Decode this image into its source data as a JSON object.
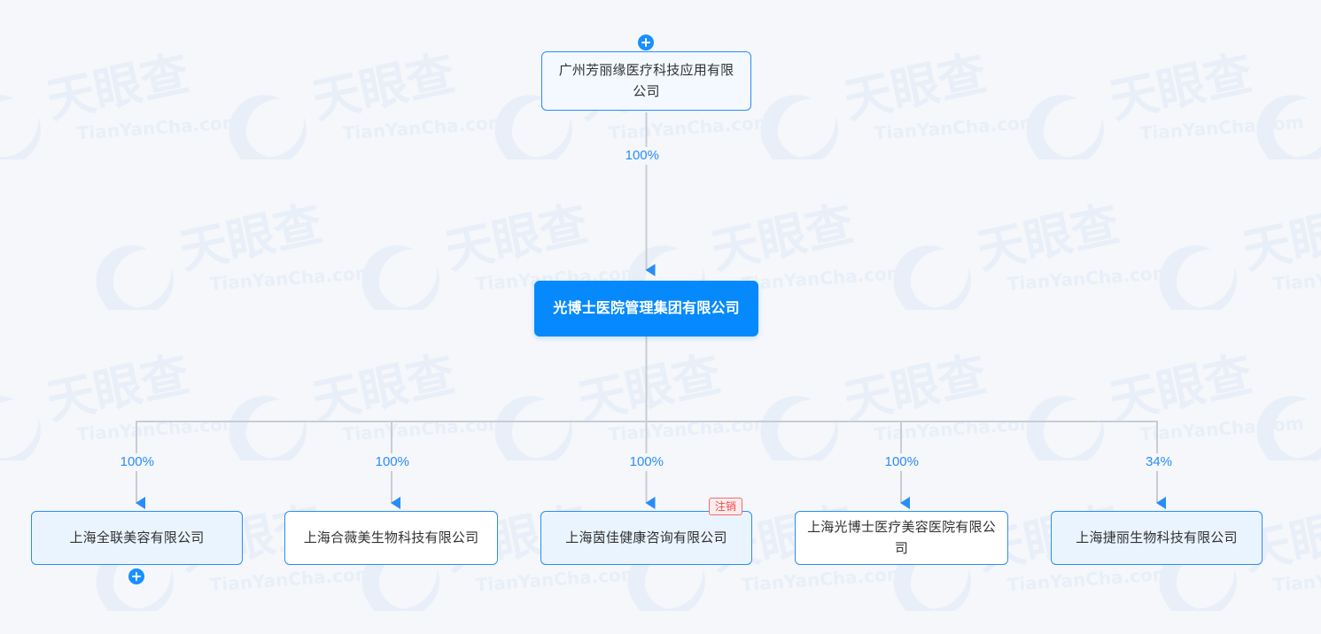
{
  "diagram": {
    "type": "ownership-structure-tree",
    "background_color": "#f5f7fa",
    "accent_color": "#2a8cf8",
    "center_node_color": "#0689fc",
    "edge_color": "#c8ccd4",
    "badge_color": "#f04b4b"
  },
  "watermark": {
    "text_cn": "天眼查",
    "text_en": "TianYanCha.com"
  },
  "parent": {
    "name": "广州芳丽缘医疗科技应用有限公司",
    "expand_label": "+"
  },
  "center": {
    "name": "光博士医院管理集团有限公司"
  },
  "edges": {
    "parent_to_center": "100%"
  },
  "subsidiaries": [
    {
      "name": "上海全联美容有限公司",
      "percent": "100%",
      "style": "tinted",
      "expandable": true,
      "expand_label": "+",
      "status": null
    },
    {
      "name": "上海合薇美生物科技有限公司",
      "percent": "100%",
      "style": "plain",
      "expandable": false,
      "expand_label": "",
      "status": null
    },
    {
      "name": "上海茵佳健康咨询有限公司",
      "percent": "100%",
      "style": "tinted",
      "expandable": false,
      "expand_label": "",
      "status": "注销"
    },
    {
      "name": "上海光博士医疗美容医院有限公司",
      "percent": "100%",
      "style": "plain",
      "expandable": false,
      "expand_label": "",
      "status": null
    },
    {
      "name": "上海捷丽生物科技有限公司",
      "percent": "34%",
      "style": "tinted",
      "expandable": false,
      "expand_label": "",
      "status": null
    }
  ]
}
